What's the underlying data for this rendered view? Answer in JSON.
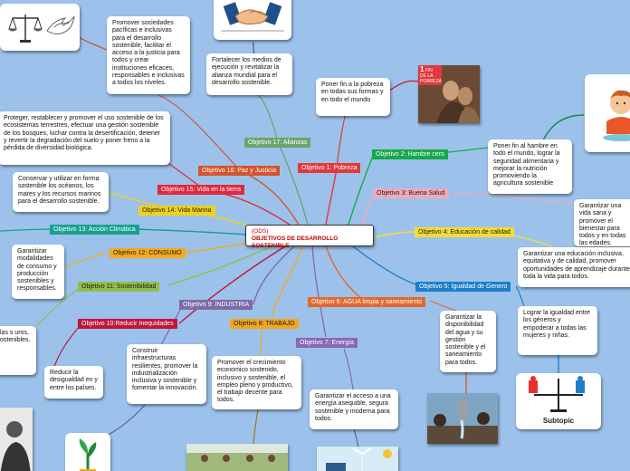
{
  "central": {
    "line1": "(ODS)",
    "line2": "OBJETIVOS DE DESARROLLO SOSTENIBLE"
  },
  "objectives": {
    "o1": "Objetivo 1: Pobreza",
    "o2": "Objetivo 2: Hambre cero",
    "o3": "Objetivo 3: Buena Salud",
    "o4": "Objetivo 4: Educación de calidad",
    "o5": "Objetivo 5: Igualdad de Genero",
    "o6": "Objetivo 6: AGUA limpia y saneamiento",
    "o7": "Objetivo 7: Energía",
    "o8": "Objetivo 8: TRABAJO",
    "o9": "Objetivo 9: INDUSTRIA",
    "o10": "Objetivo 10:Reducir Inequidades",
    "o11": "Objetivo 11: Sostenibilidad",
    "o12": "Objetivo 12: CONSUMO",
    "o13": "Objetivo 13: Acción Climática",
    "o14": "Objetivo 14: Vida Marina",
    "o15": "Objetivo 15: Vida en la tierra",
    "o16": "Objetivo 16: Paz y Justicia",
    "o17": "Objetivo 17: Alianzas"
  },
  "descriptions": {
    "d1": "Poner fin a la pobreza en todas sus formas y en todo el mundo",
    "d2": "Poner fin al hambre en todo el mundo, lograr la seguridad alimentaria y mejorar la nutrición promoviendo la agricultura sostenible",
    "d3": "Garantizar una vida sana y promover el bienestar para todos y en todas las edades.",
    "d4": "Garantizar una educación inclusiva, equitativa y de calidad, promover oportunidades de aprendizaje durante toda la vida para todos.",
    "d5": "Lograr la igualdad entre los géneros y empoderar a todas las mujeres y niñas.",
    "d6": "Garantizar la disponibilidad del agua y su gestión sostenible y el saneamiento para todos.",
    "d7": "Garantizar el acceso a una energía asequible, segura sostenible y moderna para todos.",
    "d8": "Promover el crecimiento economico sostenido, inclusivo y sostenible, el empleo pleno y productivo, el trabajo decente para todos.",
    "d9": "Construir infraestructuras resilientes, promover la industrialización inclusiva y sostenible y fomentar la innovación.",
    "d10": "Reducir la desigualdad en y entre los países.",
    "d11_partial": "las s uros, ostenibles.",
    "d12": "Garantizar modalidades de consumo y producción sostenibles y responsables.",
    "d14": "Conservar y utilizar en forma sostenible los océanos, los mares y los recursos marinos para el desarrollo sostenible.",
    "d15": "Proteger, restablecer y promover el uso sostenible de los ecosistemas terrestres, efectuar una gestión sostenible de los bosques, luchar contra la desertificación, detener y revertir la degradación del suelo y poner freno a la pérdida de diversidad biológica.",
    "d16": "Promover sociedades pacíficas e inclusivas para el desarrollo sostenible, facilitar el acceso a la justicia para todos y crear instituciones eficaces, responsables e inclusivas a todos los niveles.",
    "d17": "Fortalecer los medios de ejecución y revitalizar la alianza mundial para el desarrollo sostenible."
  },
  "subtopic": {
    "label": "Subtopic"
  },
  "poster": {
    "number": "1",
    "text": "FIN DE LA POBREZA"
  },
  "colors": {
    "background": "#9cc2ec",
    "o1": "#e0383b",
    "o2": "#17a84a",
    "o3": "#f2a9b9",
    "o4": "#f5dc33",
    "o5": "#1e7fc9",
    "o6": "#e06a2d",
    "o7": "#8a67b3",
    "o8": "#f2a71f",
    "o9": "#7d6aa6",
    "o10": "#c0163a",
    "o11": "#8fbf4a",
    "o12": "#f4aa1f",
    "o13": "#16a08e",
    "o14": "#f0d21a",
    "o15": "#e0283e",
    "o16": "#d2542c",
    "o17": "#6aa56e"
  }
}
